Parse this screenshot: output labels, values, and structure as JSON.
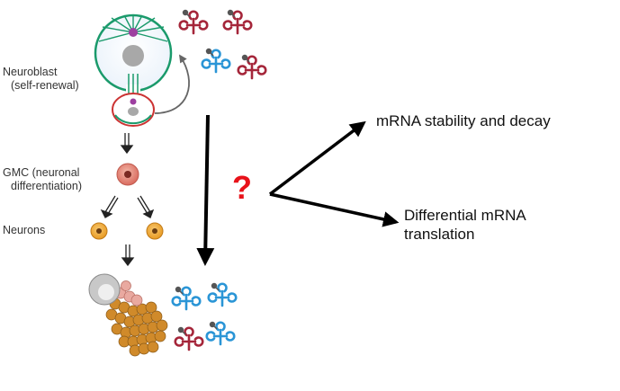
{
  "labels": {
    "neuroblast_line1": "Neuroblast",
    "neuroblast_line2": "(self-renewal)",
    "gmc_line1": "GMC (neuronal",
    "gmc_line2": "differentiation)",
    "neurons": "Neurons",
    "stability": "mRNA stability and decay",
    "translation_line1": "Differential mRNA",
    "translation_line2": "translation",
    "question": "?"
  },
  "colors": {
    "mrna_red": "#a5263a",
    "mrna_blue": "#2a95d6",
    "question_red": "#e8121a",
    "spindle_green": "#1a9a6b",
    "neuron_orange": "#e89a22",
    "gmc_pink": "#d96a5e"
  },
  "icons": {
    "mrna": "mrna-cloverleaf-icon",
    "cap": "mrna-cap-icon"
  }
}
